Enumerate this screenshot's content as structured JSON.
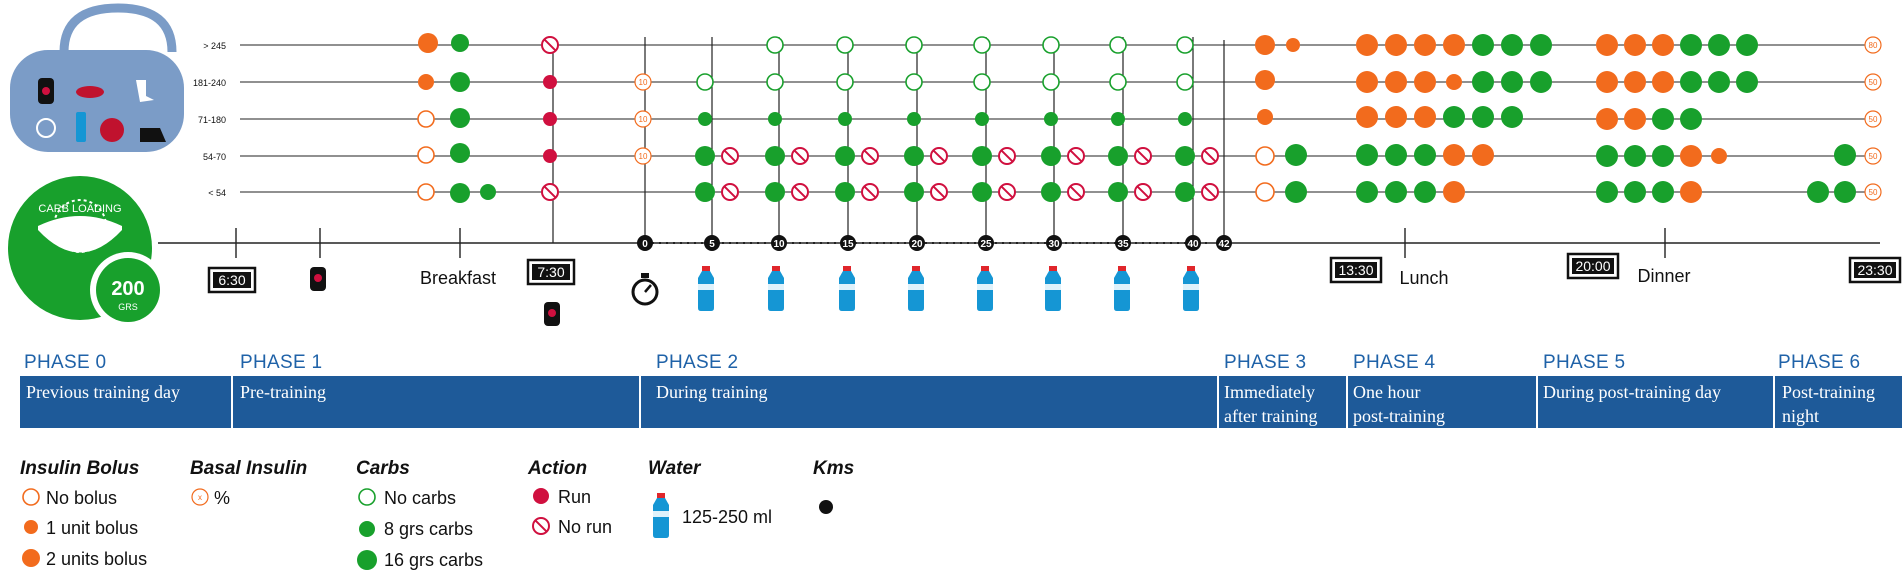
{
  "chart_data": {
    "type": "table",
    "y_levels": [
      "> 245",
      "181-240",
      "71-180",
      "54-70",
      "< 54"
    ],
    "kms_ticks": [
      "0",
      "5",
      "10",
      "15",
      "20",
      "25",
      "30",
      "35",
      "40",
      "42"
    ],
    "times": [
      "6:30",
      "7:30",
      "13:30",
      "20:00",
      "23:30"
    ],
    "meals": [
      "Breakfast",
      "Lunch",
      "Dinner"
    ],
    "basal_values": [
      "10",
      "10",
      "10",
      "80",
      "50",
      "50",
      "50",
      "50"
    ],
    "carb_loading": {
      "label": "CARB LOADING",
      "amount": "200",
      "unit": "GRS"
    }
  },
  "phases": [
    {
      "title": "PHASE 0",
      "desc": [
        "Previous training day"
      ]
    },
    {
      "title": "PHASE 1",
      "desc": [
        "Pre-training"
      ]
    },
    {
      "title": "PHASE 2",
      "desc": [
        "During training"
      ]
    },
    {
      "title": "PHASE 3",
      "desc": [
        "Immediately",
        "after training"
      ]
    },
    {
      "title": "PHASE 4",
      "desc": [
        "One hour",
        "post-training"
      ]
    },
    {
      "title": "PHASE 5",
      "desc": [
        "During post-training day"
      ]
    },
    {
      "title": "PHASE 6",
      "desc": [
        "Post-training",
        "night"
      ]
    }
  ],
  "legend": {
    "insulin": {
      "title": "Insulin Bolus",
      "items": [
        "No bolus",
        "1 unit bolus",
        "2 units bolus"
      ]
    },
    "basal": {
      "title": "Basal Insulin",
      "item": "%",
      "icon_text": "x"
    },
    "carbs": {
      "title": "Carbs",
      "items": [
        "No carbs",
        "8 grs carbs",
        "16 grs carbs"
      ]
    },
    "action": {
      "title": "Action",
      "items": [
        "Run",
        "No run"
      ]
    },
    "water": {
      "title": "Water",
      "item": "125-250 ml"
    },
    "kms": {
      "title": "Kms"
    }
  },
  "colors": {
    "orange": "#f26b1d",
    "green": "#18a02c",
    "red": "#d0103f",
    "blue_bar": "#1e5a99",
    "blue_text": "#1f62a8",
    "bag": "#7b9cc7",
    "water": "#1596d4"
  }
}
